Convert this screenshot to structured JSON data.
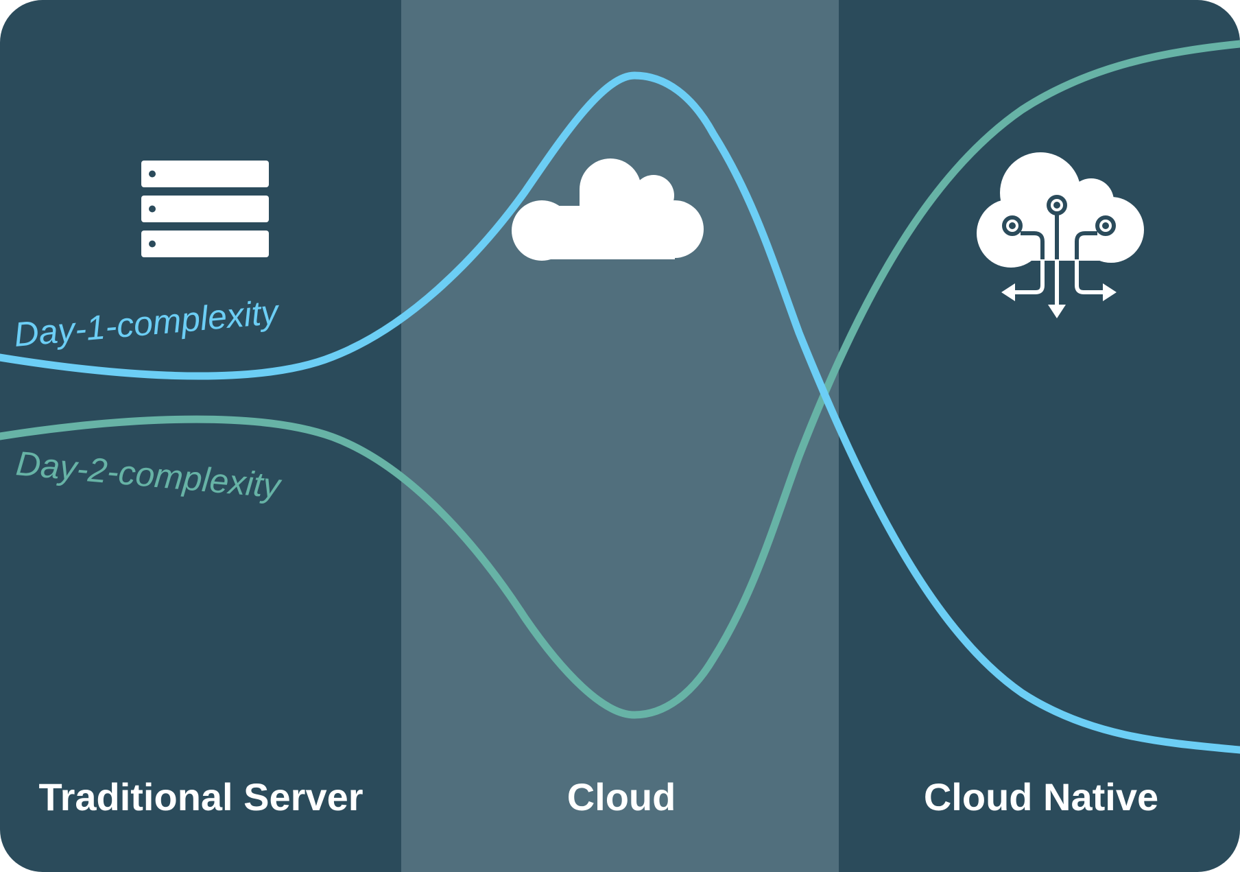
{
  "stages": [
    {
      "id": "traditional",
      "label": "Traditional Server",
      "icon": "server-stack-icon"
    },
    {
      "id": "cloud",
      "label": "Cloud",
      "icon": "cloud-icon"
    },
    {
      "id": "native",
      "label": "Cloud Native",
      "icon": "cloud-native-circuit-icon"
    }
  ],
  "curves": [
    {
      "id": "day1",
      "label": "Day-1-complexity",
      "color": "#6ccef5"
    },
    {
      "id": "day2",
      "label": "Day-2-complexity",
      "color": "#67b3a6"
    }
  ],
  "colors": {
    "panel": "#2b4b5b",
    "highlight_band": "#516f7d",
    "icon": "#ffffff",
    "text": "#ffffff"
  }
}
